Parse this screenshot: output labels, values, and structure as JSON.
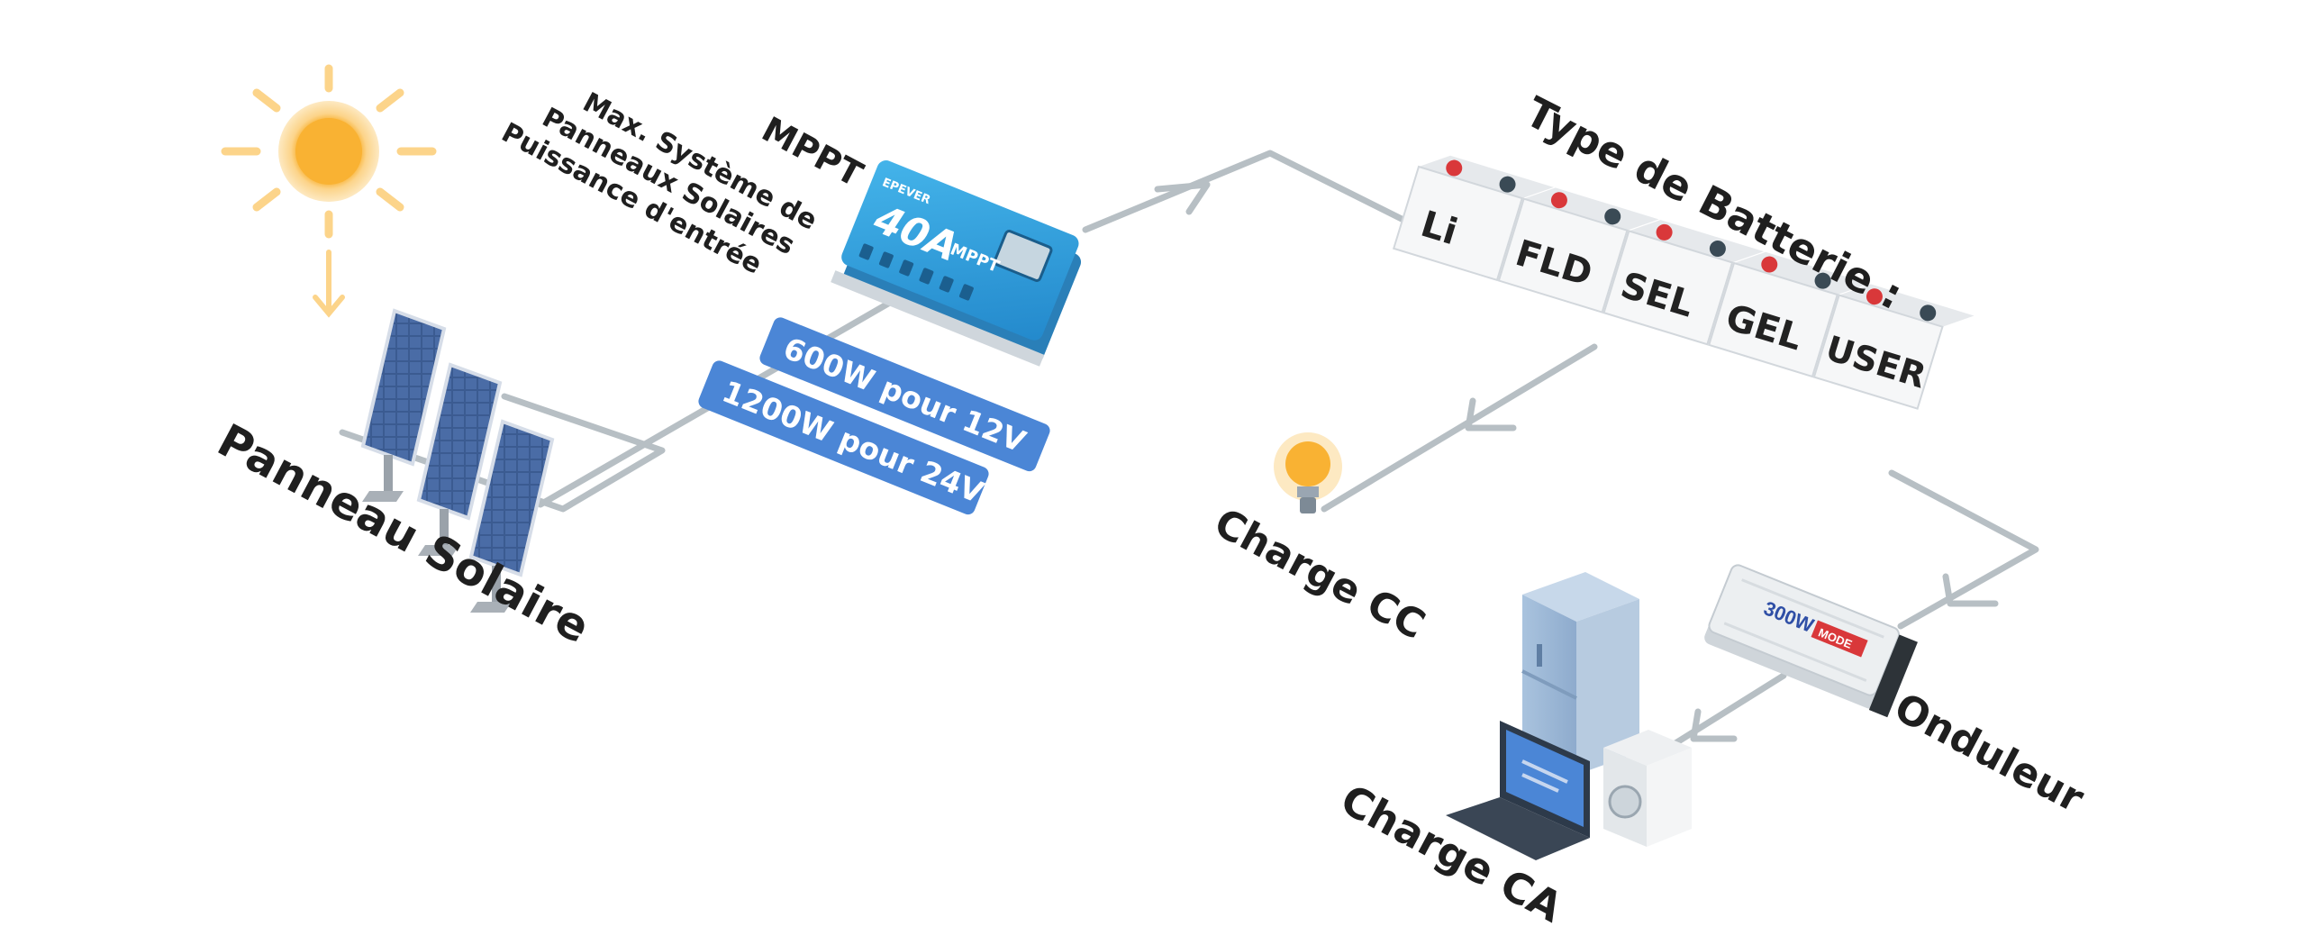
{
  "labels": {
    "panel": "Panneau Solaire",
    "mppt": "MPPT",
    "battery_type": "Type de Batterie :",
    "dc_load": "Charge CC",
    "ac_load": "Charge CA",
    "inverter": "Onduleur",
    "input_power_lines": [
      "Max. Système de",
      "Panneaux Solaires",
      "Puissance d'entrée"
    ]
  },
  "power_ratings": [
    "600W pour 12V",
    "1200W pour 24V"
  ],
  "batteries": [
    "Li",
    "FLD",
    "SEL",
    "GEL",
    "USER"
  ],
  "controller": {
    "brand": "EPEVER",
    "current": "40A",
    "mppt_mark": "MPPT"
  },
  "inverter_device": {
    "model": "300W",
    "badge": "MODE"
  },
  "colors": {
    "wire": "#b7bfc4",
    "pill": "#4b86d6",
    "controller": "#2e9ed9",
    "sun": "#f9b233",
    "panel": "#3d5a8a",
    "battery_terminal_red": "#d9383a",
    "battery_terminal_dark": "#3a4a55"
  }
}
